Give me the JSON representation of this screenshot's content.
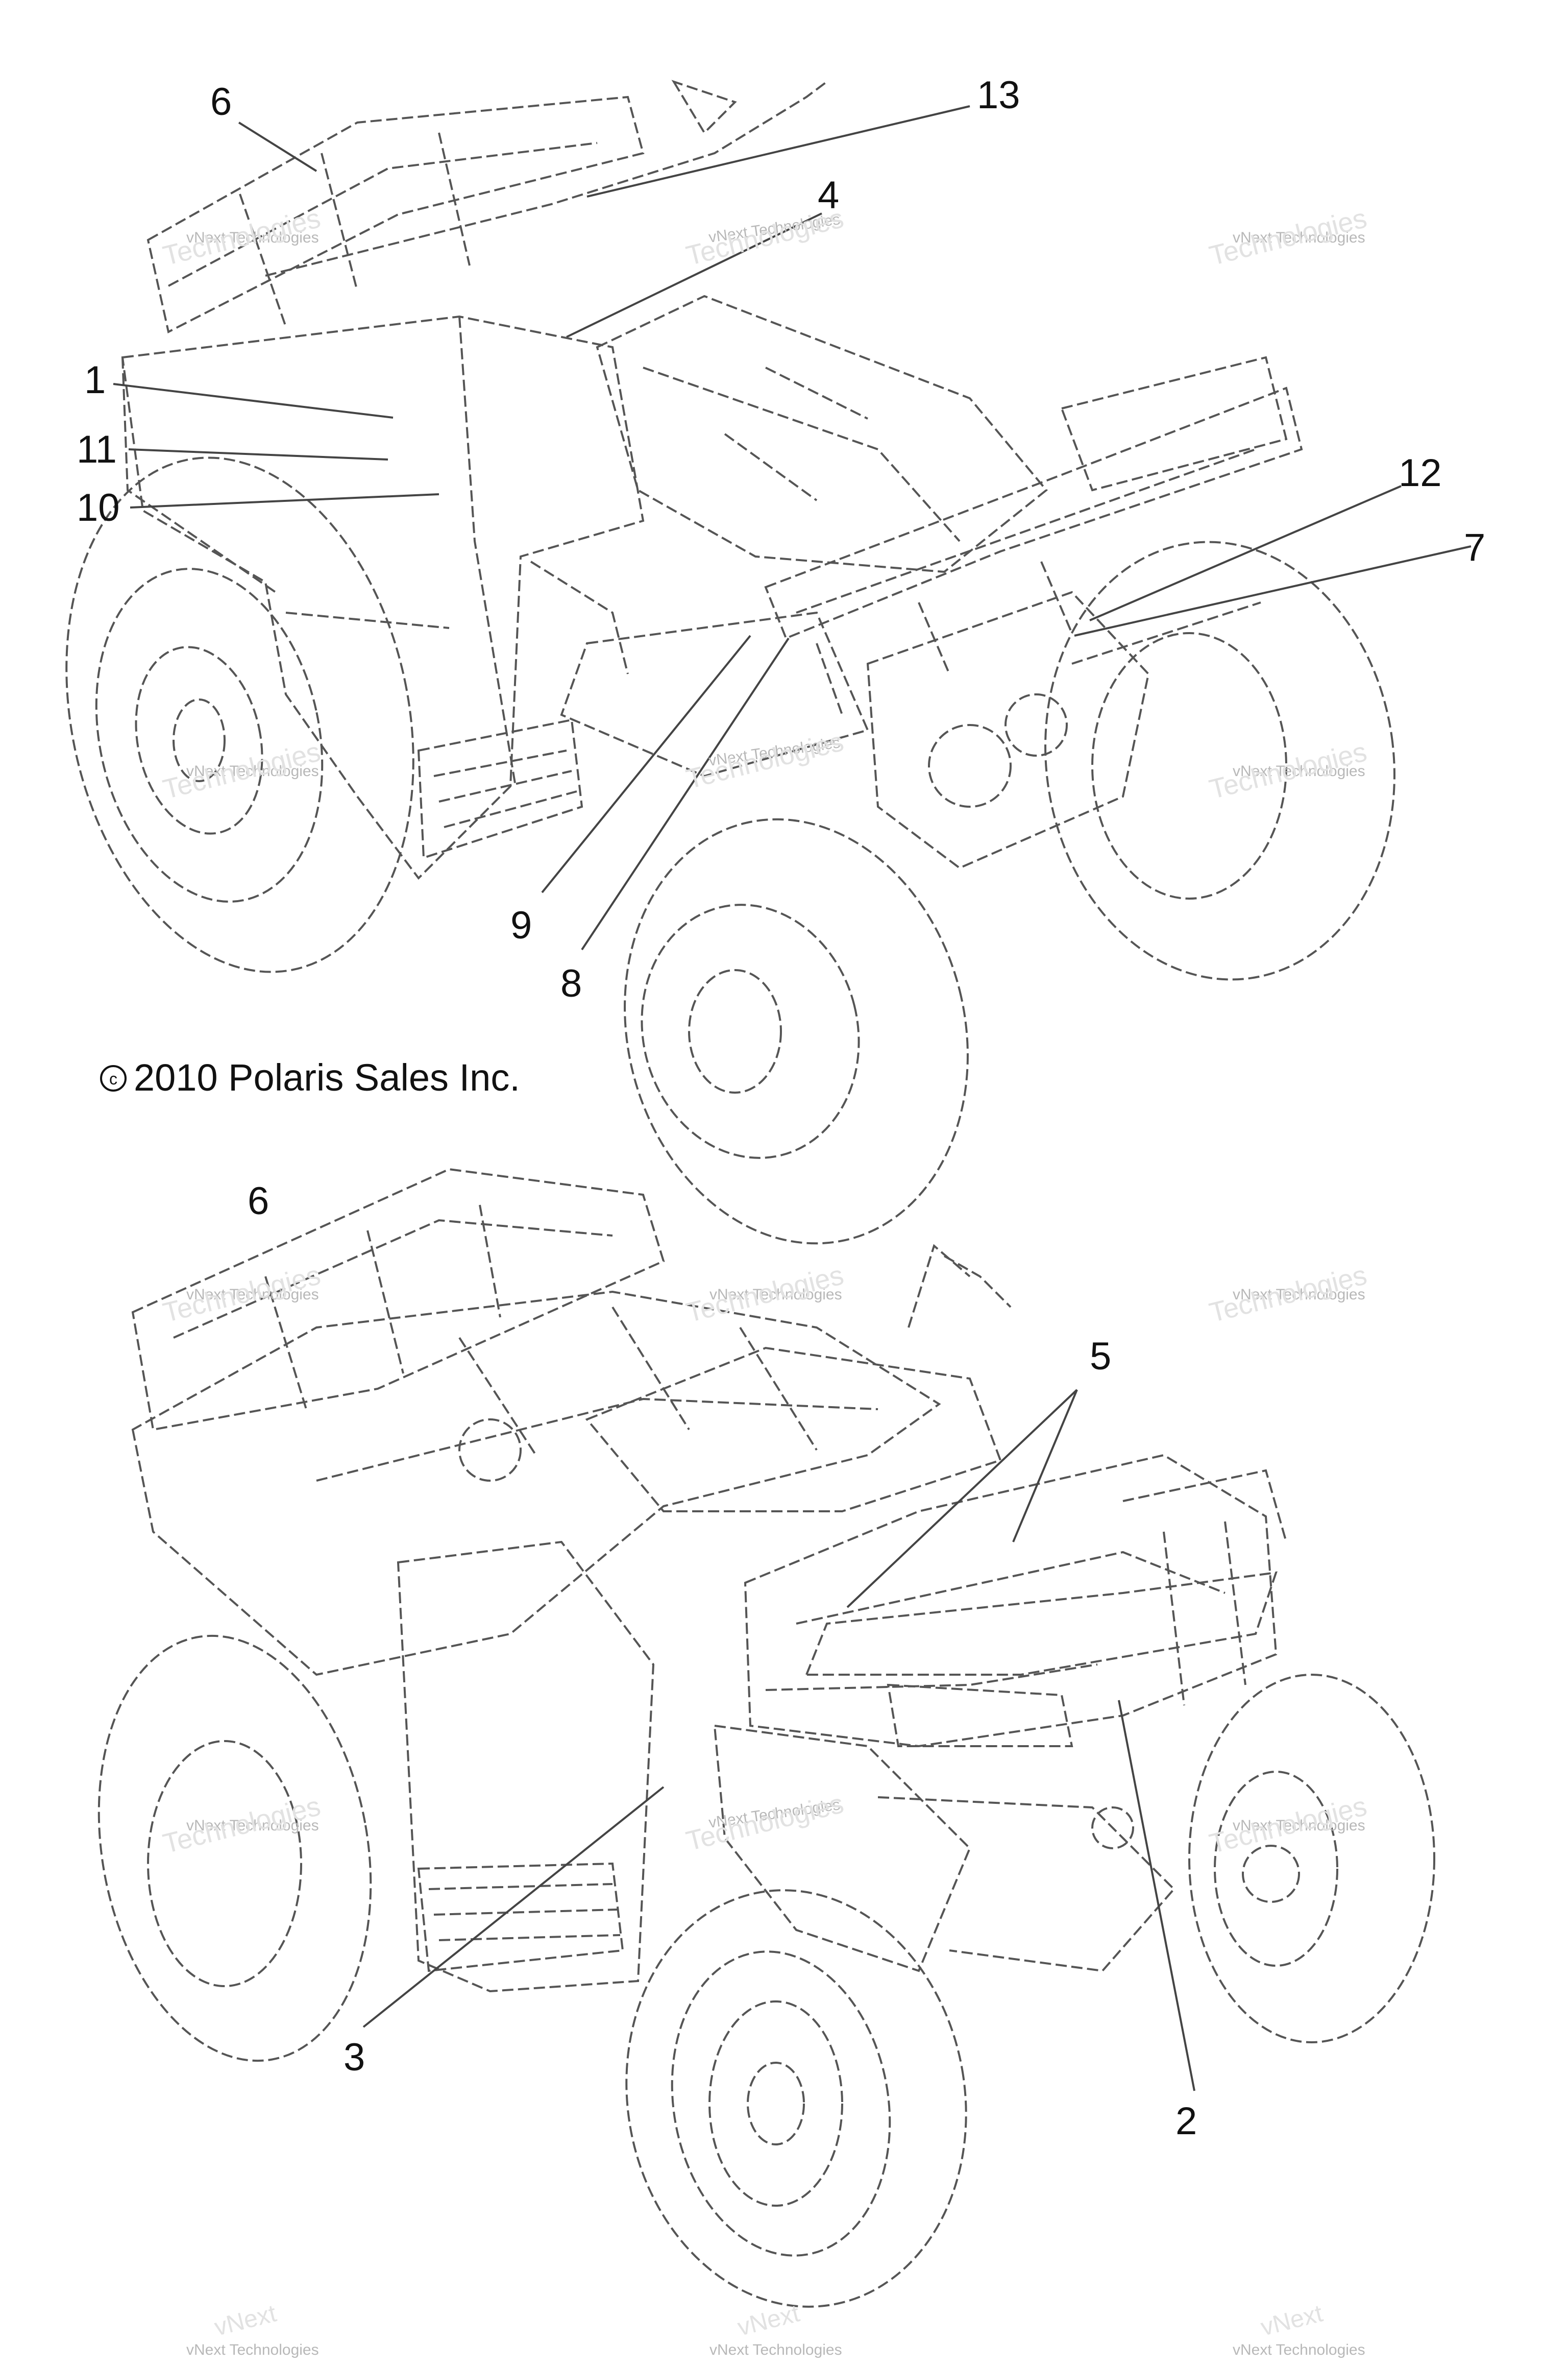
{
  "copyright": "2010 Polaris Sales Inc.",
  "watermark": {
    "line1": "vNext Technologies",
    "line2": "Technologies",
    "overlay": "vNext"
  },
  "callouts": {
    "top": [
      "6",
      "13",
      "4",
      "1",
      "11",
      "10",
      "12",
      "7",
      "9",
      "8"
    ],
    "bottom": [
      "6",
      "5",
      "3",
      "2"
    ]
  },
  "colors": {
    "line": "#444444",
    "text": "#111111",
    "watermark": "#bdbdbd"
  }
}
